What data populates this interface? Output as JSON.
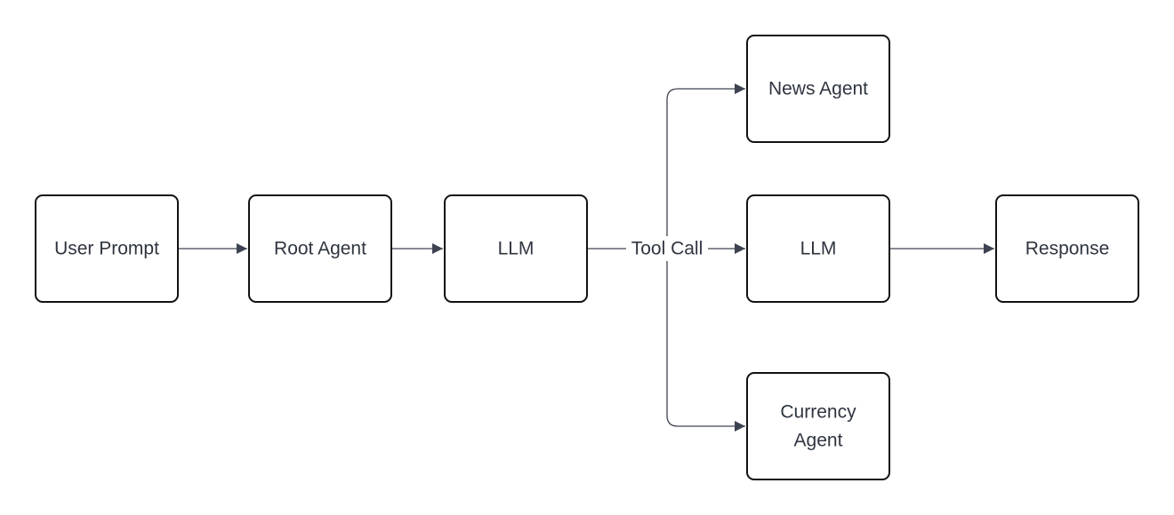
{
  "diagram": {
    "nodes": {
      "user_prompt": {
        "label": "User Prompt"
      },
      "root_agent": {
        "label": "Root Agent"
      },
      "llm_1": {
        "label": "LLM"
      },
      "news_agent": {
        "label": "News Agent"
      },
      "llm_2": {
        "label": "LLM"
      },
      "currency_agent": {
        "label_line1": "Currency",
        "label_line2": "Agent"
      },
      "response": {
        "label": "Response"
      }
    },
    "edges": {
      "tool_call_label": "Tool Call"
    }
  }
}
